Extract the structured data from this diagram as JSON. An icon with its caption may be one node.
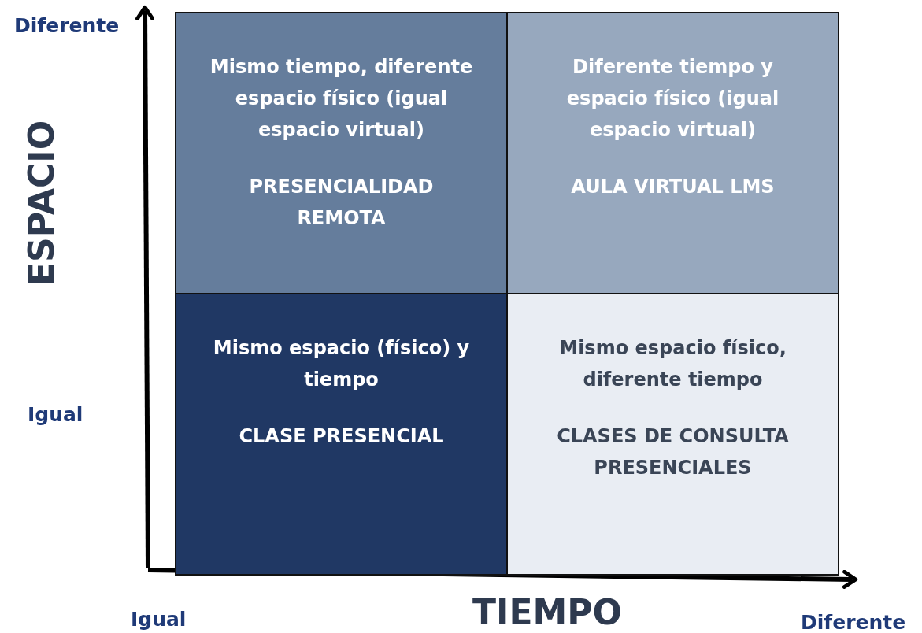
{
  "diagram": {
    "nodes": [
      {
        "text": [
          "Mismo tiempo, diferente espacio físico (igual espacio virtual)",
          "PRESENCIALIDAD REMOTA"
        ]
      },
      {
        "text": [
          "Diferente tiempo y espacio físico (igual espacio virtual)",
          "AULA VIRTUAL LMS"
        ]
      },
      {
        "text": [
          "Mismo espacio (físico) y tiempo",
          "CLASE PRESENCIAL"
        ]
      },
      {
        "text": [
          "Mismo espacio físico, diferente tiempo",
          "CLASES DE CONSULTA PRESENCIALES"
        ]
      }
    ],
    "labels": [
      "Diferente",
      "ESPACIO",
      "Igual",
      "Igual",
      "TIEMPO",
      "Diferente"
    ]
  }
}
